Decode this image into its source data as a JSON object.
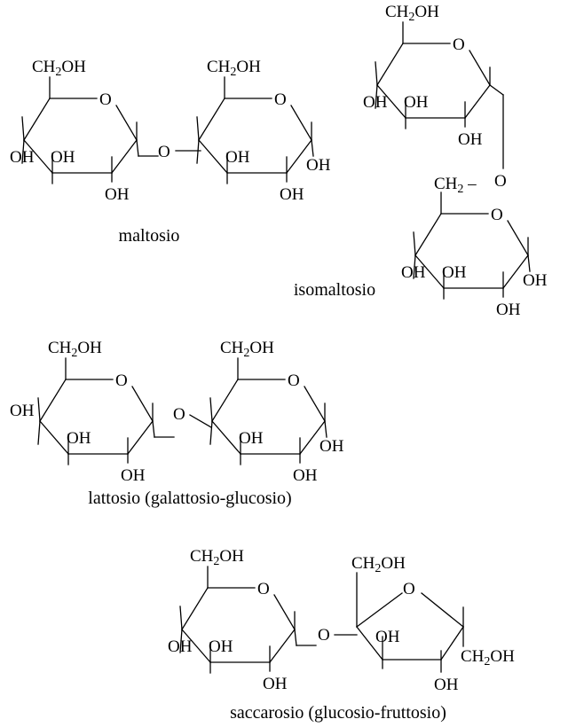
{
  "atoms": {
    "ch2oh": "CH",
    "ch2oh_sub": "2",
    "ch2oh_tail": "OH",
    "ch2": "CH",
    "ch2_sub": "2",
    "ch2_dash": "–",
    "oh": "OH",
    "o": "O"
  },
  "molecules": [
    {
      "key": "maltosio",
      "name": "maltosio"
    },
    {
      "key": "isomaltosio",
      "name": "isomaltosio"
    },
    {
      "key": "lattosio",
      "name": "lattosio (galattosio-glucosio)"
    },
    {
      "key": "saccarosio",
      "name": "saccarosio (glucosio-fruttosio)"
    }
  ]
}
